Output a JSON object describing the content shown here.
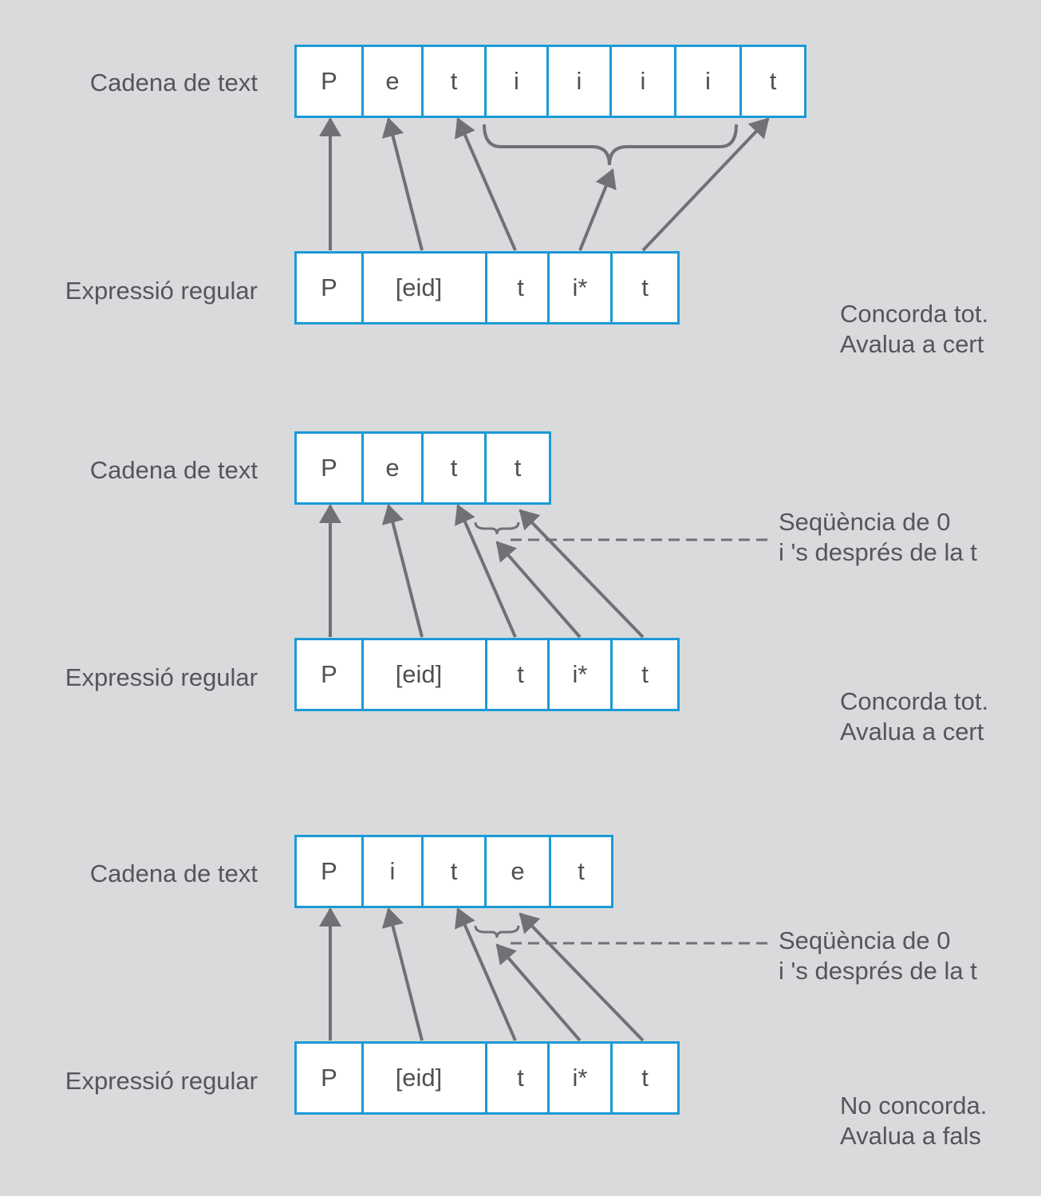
{
  "panels": [
    {
      "string_label": "Cadena de text",
      "string_cells": [
        "P",
        "e",
        "t",
        "i",
        "i",
        "i",
        "i",
        "t"
      ],
      "regex_label": "Expressió regular",
      "regex_cells": [
        "P",
        "[eid]",
        "t",
        "i*",
        "t"
      ],
      "result_line1": "Concorda tot.",
      "result_line2": "Avalua a cert"
    },
    {
      "string_label": "Cadena de text",
      "string_cells": [
        "P",
        "e",
        "t",
        "t"
      ],
      "regex_label": "Expressió regular",
      "regex_cells": [
        "P",
        "[eid]",
        "t",
        "i*",
        "t"
      ],
      "note_line1": "Seqüència de 0",
      "note_line2": "i 's després de la t",
      "result_line1": "Concorda tot.",
      "result_line2": "Avalua a cert"
    },
    {
      "string_label": "Cadena de text",
      "string_cells": [
        "P",
        "i",
        "t",
        "e",
        "t"
      ],
      "regex_label": "Expressió regular",
      "regex_cells": [
        "P",
        "[eid]",
        "t",
        "i*",
        "t"
      ],
      "note_line1": "Seqüència de 0",
      "note_line2": "i 's després de la t",
      "result_line1": "No concorda.",
      "result_line2": "Avalua a fals"
    }
  ],
  "colors": {
    "box_border": "#1a9ad6",
    "arrow": "#717175",
    "background": "#d9dadc"
  }
}
